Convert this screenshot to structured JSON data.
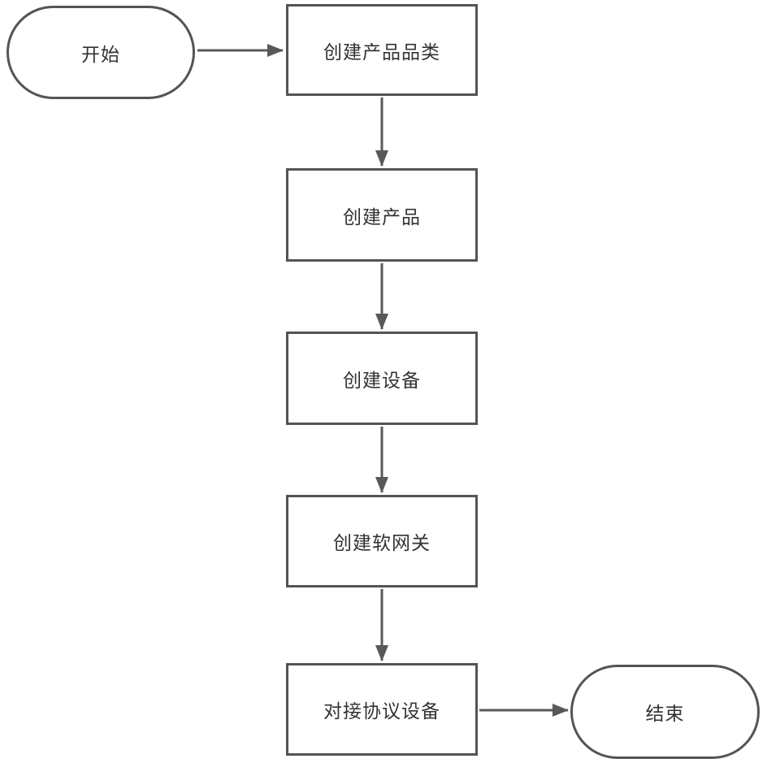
{
  "diagram": {
    "type": "flowchart",
    "background": "#ffffff",
    "colors": {
      "shape_border": "#545454",
      "arrow": "#595959",
      "text": "#333333"
    },
    "nodes": [
      {
        "id": "start",
        "shape": "terminator",
        "label": "开始"
      },
      {
        "id": "create-product-category",
        "shape": "process",
        "label": "创建产品品类"
      },
      {
        "id": "create-product",
        "shape": "process",
        "label": "创建产品"
      },
      {
        "id": "create-device",
        "shape": "process",
        "label": "创建设备"
      },
      {
        "id": "create-soft-gateway",
        "shape": "process",
        "label": "创建软网关"
      },
      {
        "id": "connect-protocol-device",
        "shape": "process",
        "label": "对接协议设备"
      },
      {
        "id": "end",
        "shape": "terminator",
        "label": "结束"
      }
    ],
    "edges": [
      {
        "from": "start",
        "to": "create-product-category"
      },
      {
        "from": "create-product-category",
        "to": "create-product"
      },
      {
        "from": "create-product",
        "to": "create-device"
      },
      {
        "from": "create-device",
        "to": "create-soft-gateway"
      },
      {
        "from": "create-soft-gateway",
        "to": "connect-protocol-device"
      },
      {
        "from": "connect-protocol-device",
        "to": "end"
      }
    ]
  }
}
